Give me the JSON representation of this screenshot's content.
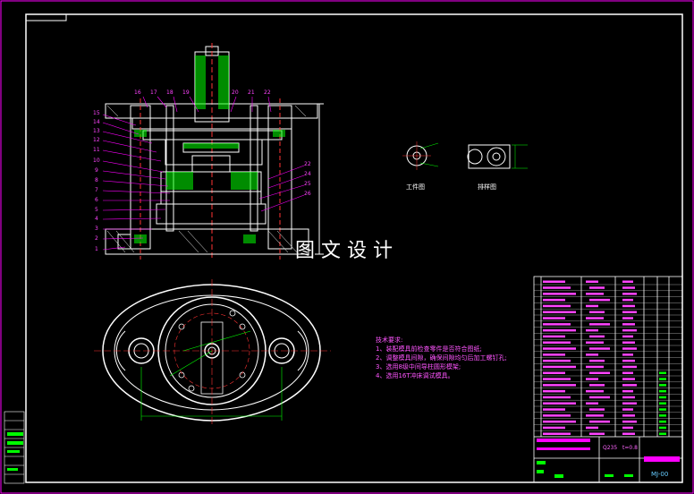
{
  "watermark": "图文设计",
  "tech_requirements": {
    "title": "技术要求:",
    "items": [
      "1、装配模具前检查零件是否符合图纸;",
      "2、调整模具间隙，确保间隙均匀后加工螺钉孔;",
      "3、选用8级中间导柱圆形模架;",
      "4、选用16T冲床调试模具。"
    ]
  },
  "view_labels": {
    "workpiece": "工件图",
    "layout": "排样图"
  },
  "callouts": {
    "top": [
      "16",
      "17",
      "18",
      "19",
      "20",
      "21",
      "22"
    ],
    "left": [
      "15",
      "14",
      "13",
      "12",
      "11",
      "10",
      "9",
      "8",
      "7",
      "6",
      "5",
      "4",
      "3",
      "2",
      "1"
    ],
    "right": [
      "22",
      "24",
      "25",
      "26"
    ]
  },
  "title_block": {
    "material": "Q235",
    "thickness": "t=0.8",
    "drawing_no": "MJ-00"
  },
  "colors": {
    "background": "#000000",
    "outline": "#ffffff",
    "annotation": "#ff00ff",
    "dimension": "#00ff00",
    "hatch": "#00ff00",
    "center": "#ff3333",
    "frame": "#ff00ff",
    "highlight": "#ff44ff"
  }
}
